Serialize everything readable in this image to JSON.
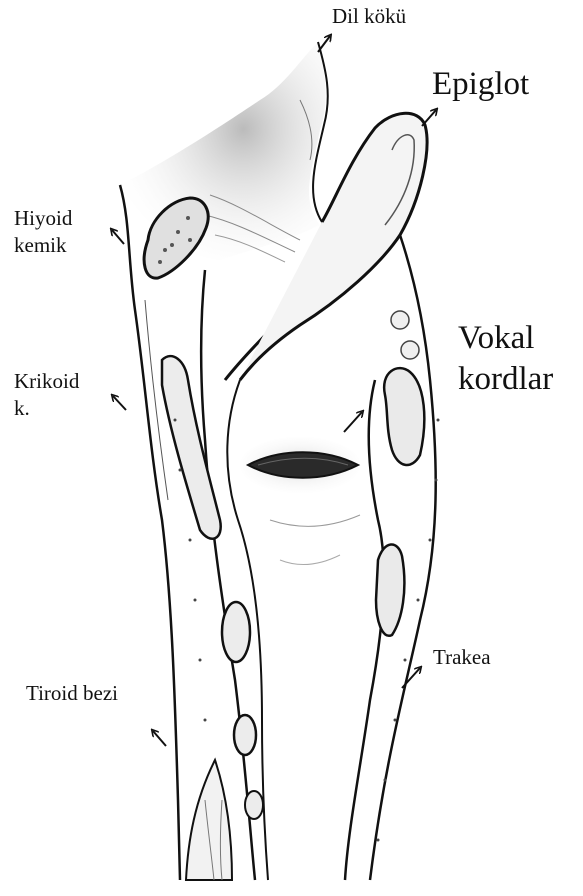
{
  "labels": {
    "dil_koku": "Dil kökü",
    "epiglot": "Epiglot",
    "hiyoid_line1": "Hiyoid",
    "hiyoid_line2": "kemik",
    "vokal_line1": "Vokal",
    "vokal_line2": "kordlar",
    "krikoid_line1": "Krikoid",
    "krikoid_line2": "k.",
    "trakea": "Trakea",
    "tiroid": "Tiroid bezi"
  },
  "colors": {
    "ink": "#111111",
    "shade": "#cfcfcf",
    "cartilage": "#e6e6e6",
    "glottis": "#222222",
    "background": "#ffffff"
  }
}
